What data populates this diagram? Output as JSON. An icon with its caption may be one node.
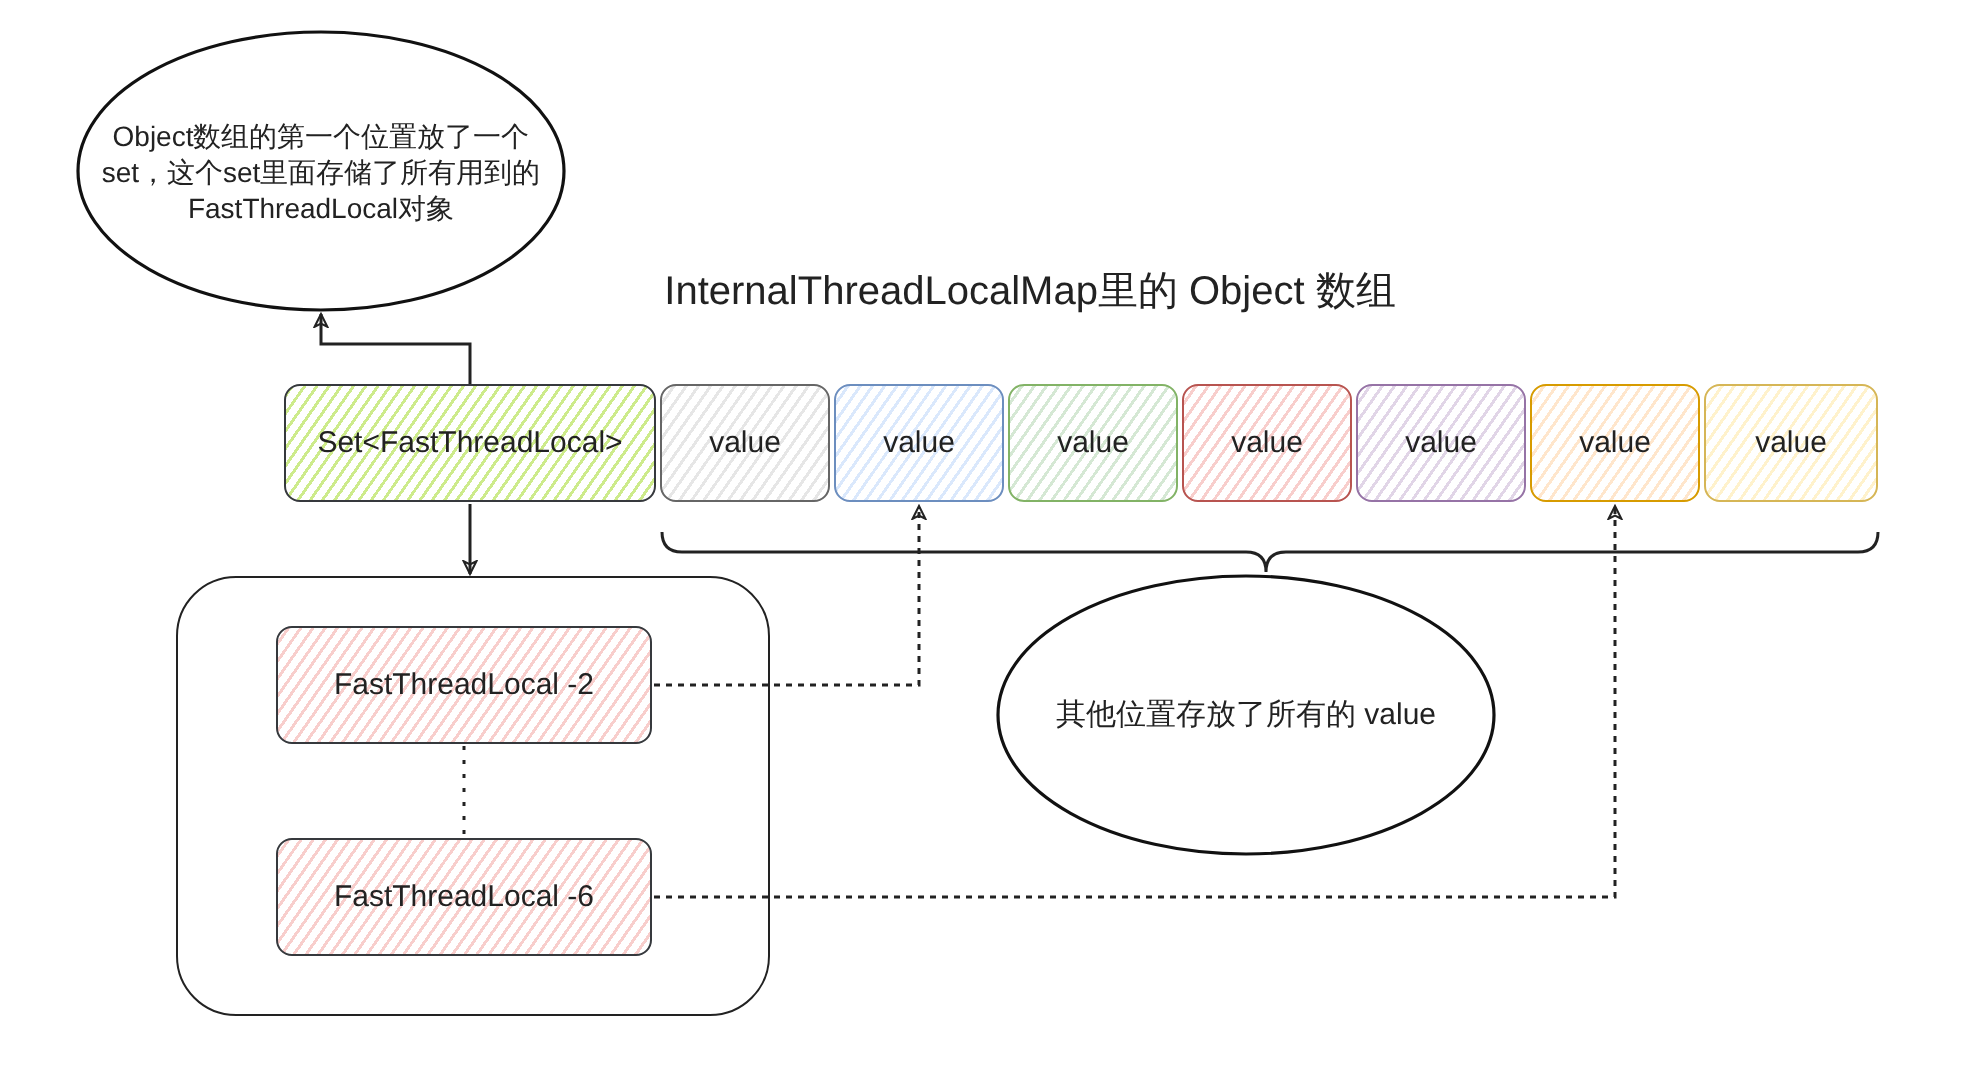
{
  "diagram": {
    "title": "InternalThreadLocalMap里的 Object 数组",
    "nodes": [
      {
        "text": [
          "Object数组的第一个位置放了一个set，这个set里面存储了所有用到的 FastThreadLocal对象"
        ]
      },
      {
        "text": [
          "Set<FastThreadLocal>"
        ]
      },
      {
        "text": [
          "value"
        ]
      },
      {
        "text": [
          "value"
        ]
      },
      {
        "text": [
          "value"
        ]
      },
      {
        "text": [
          "value"
        ]
      },
      {
        "text": [
          "value"
        ]
      },
      {
        "text": [
          "value"
        ]
      },
      {
        "text": [
          "value"
        ]
      },
      {
        "text": [],
        "shape": "box"
      },
      {
        "text": [
          "FastThreadLocal -2"
        ],
        "in": 9
      },
      {
        "text": [
          "FastThreadLocal -6"
        ],
        "in": 9
      },
      {
        "text": [
          "其他位置存放了所有的 value"
        ]
      }
    ],
    "edges": [
      {
        "from": 1,
        "to": 0,
        "arrow": "to"
      },
      {
        "from": 1,
        "to": 9,
        "arrow": "to"
      },
      {
        "from": 10,
        "to": 11,
        "arrow": "none",
        "style": "dashed"
      },
      {
        "from": 10,
        "to": 3,
        "arrow": "to",
        "style": "dashed"
      },
      {
        "from": 11,
        "to": 7,
        "arrow": "to",
        "style": "dashed"
      }
    ]
  }
}
